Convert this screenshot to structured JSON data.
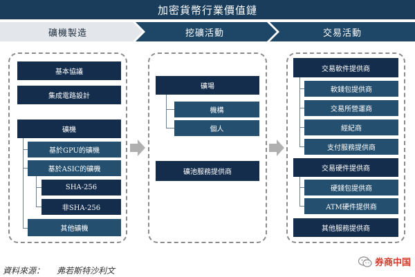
{
  "title": "加密貨幣行業價值鏈",
  "stages": [
    {
      "label": "礦機製造"
    },
    {
      "label": "挖礦活動"
    },
    {
      "label": "交易活動"
    }
  ],
  "col1": {
    "basic_protocol": "基本協議",
    "ic_design": "集成電路設計",
    "mining_machine": "礦機",
    "gpu_machine": "基於GPU的礦機",
    "asic_machine": "基於ASIC的礦機",
    "sha256": "SHA-256",
    "non_sha256": "非SHA-256",
    "other_machine": "其他礦機"
  },
  "col2": {
    "mine": "礦場",
    "institution": "機構",
    "individual": "個人",
    "pool_provider": "礦池服務提供商"
  },
  "col3": {
    "software_provider": "交易軟件提供商",
    "software_wallet": "軟錢包提供商",
    "exchange_operator": "交易所營運商",
    "broker": "經紀商",
    "payment_provider": "支付服務提供商",
    "hardware_provider": "交易硬件提供商",
    "hardware_wallet": "硬錢包提供商",
    "atm_provider": "ATM硬件提供商",
    "other_provider": "其他服務提供商"
  },
  "footer": {
    "source_label": "資料來源：",
    "source_value": "弗若斯特沙利文",
    "watermark": "券商中国"
  },
  "colors": {
    "title_bg": "#1a3d5c",
    "stage_light": "#e6e9ec",
    "stage_dark": "#1e4666",
    "box_dark": "#142d4c",
    "box_light": "#244f6e",
    "watermark": "#d33a2c"
  }
}
